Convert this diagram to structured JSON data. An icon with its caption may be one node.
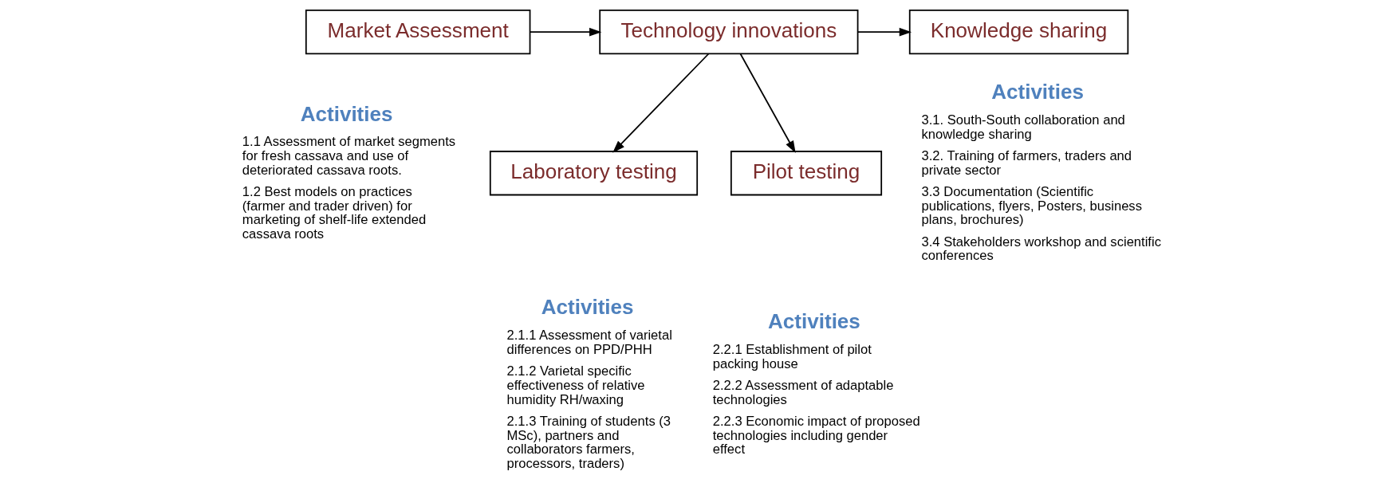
{
  "diagram": {
    "nodes": [
      {
        "text": [
          "Market Assessment"
        ],
        "beside": [
          "Activities",
          "1.1 Assessment of market segments for fresh cassava and use of deteriorated cassava roots.",
          "1.2 Best models on practices (farmer and trader driven) for marketing of shelf-life extended cassava roots"
        ]
      },
      {
        "text": [
          "Technology innovations"
        ]
      },
      {
        "text": [
          "Knowledge sharing"
        ],
        "beside": [
          "Activities",
          "3.1. South-South collaboration and knowledge sharing",
          "3.2. Training of farmers, traders and private sector",
          "3.3 Documentation (Scientific publications, flyers, Posters, business plans, brochures)",
          "3.4 Stakeholders workshop and scientific conferences"
        ]
      },
      {
        "text": [
          "Laboratory testing"
        ],
        "beside": [
          "Activities",
          "2.1.1 Assessment of varietal differences on PPD/PHH",
          "2.1.2 Varietal specific effectiveness of relative humidity RH/waxing",
          "2.1.3 Training of students (3 MSc), partners and collaborators farmers, processors, traders)"
        ]
      },
      {
        "text": [
          "Pilot testing"
        ],
        "beside": [
          "Activities",
          "2.2.1 Establishment of pilot packing house",
          "2.2.2 Assessment of adaptable technologies",
          "2.2.3 Economic impact of proposed technologies including gender effect"
        ]
      }
    ],
    "edges": [
      {
        "from": 0,
        "to": 1,
        "arrow": "to"
      },
      {
        "from": 1,
        "to": 2,
        "arrow": "to"
      },
      {
        "from": 1,
        "to": 3,
        "arrow": "to"
      },
      {
        "from": 1,
        "to": 4,
        "arrow": "to"
      }
    ]
  }
}
